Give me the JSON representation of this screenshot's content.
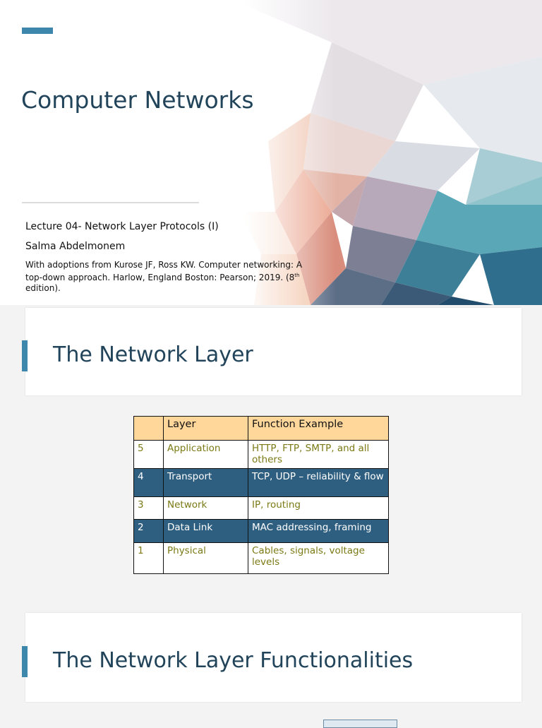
{
  "title_slide": {
    "title": "Computer Networks",
    "lecture": "Lecture 04- Network Layer Protocols (I)",
    "author": "Salma Abdelmonem",
    "citation_before_sup": "With adoptions from Kurose JF, Ross KW. Computer networking: A top-down approach. Harlow, England Boston: Pearson; 2019. (8",
    "citation_sup": "th",
    "citation_after_sup": " edition)."
  },
  "slide_2": {
    "heading": "The Network Layer"
  },
  "layer_table": {
    "headers": [
      "",
      "Layer",
      "Function Example"
    ],
    "rows": [
      {
        "num": "5",
        "layer": "Application",
        "function": "HTTP, FTP, SMTP, and all others"
      },
      {
        "num": "4",
        "layer": "Transport",
        "function": "TCP, UDP – reliability & flow"
      },
      {
        "num": "3",
        "layer": "Network",
        "function": "IP, routing"
      },
      {
        "num": "2",
        "layer": "Data Link",
        "function": "MAC addressing, framing"
      },
      {
        "num": "1",
        "layer": "Physical",
        "function": "Cables, signals, voltage levels"
      }
    ]
  },
  "slide_3": {
    "heading": "The Network Layer Functionalities"
  },
  "colors": {
    "accent": "#3d87ac",
    "heading": "#21445a",
    "table_header": "#ffd79b",
    "table_dark_row": "#2f5f80",
    "table_text": "#7b7a16"
  }
}
